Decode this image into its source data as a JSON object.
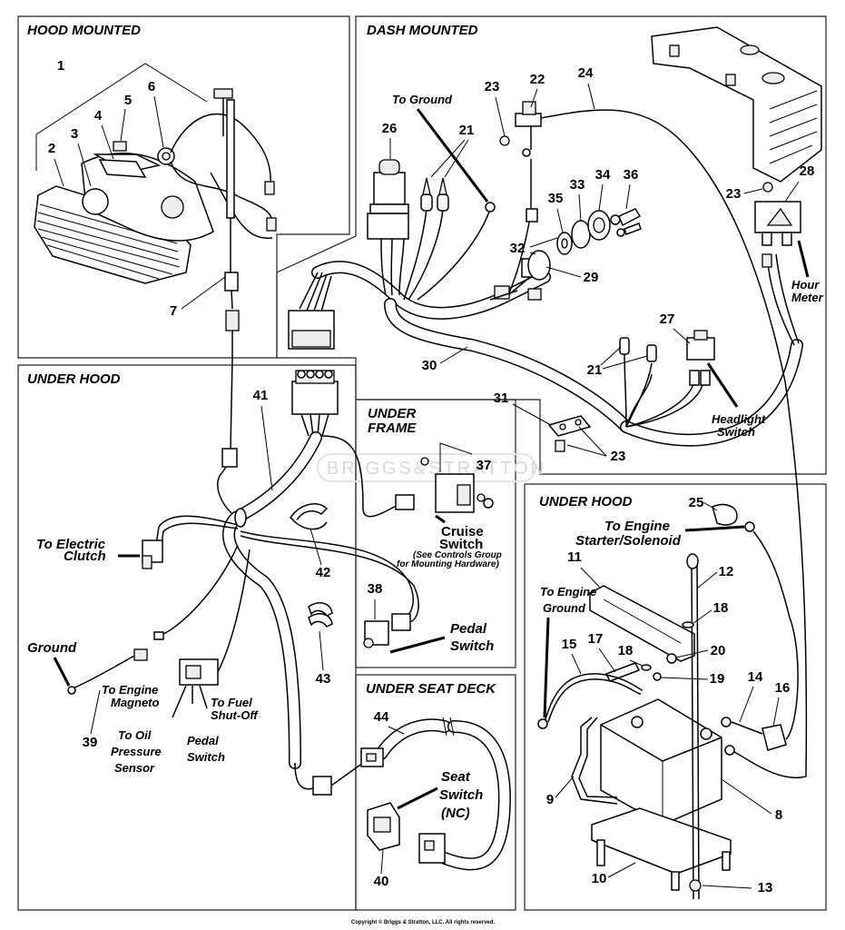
{
  "sections": {
    "hood_mounted": "HOOD MOUNTED",
    "dash_mounted": "DASH MOUNTED",
    "under_hood_left": "UNDER HOOD",
    "under_frame_1": "UNDER",
    "under_frame_2": "FRAME",
    "under_hood_right": "UNDER HOOD",
    "under_seat_deck": "UNDER SEAT DECK"
  },
  "callouts": {
    "to_ground": "To Ground",
    "hour_meter_1": "Hour",
    "hour_meter_2": "Meter",
    "headlight_switch_1": "Headlight",
    "headlight_switch_2": "Switch",
    "to_electric_clutch_1": "To Electric",
    "to_electric_clutch_2": "Clutch",
    "ground": "Ground",
    "to_engine_magneto_1": "To Engine",
    "to_engine_magneto_2": "Magneto",
    "to_fuel_shutoff_1": "To Fuel",
    "to_fuel_shutoff_2": "Shut-Off",
    "to_oil_pressure_1": "To Oil",
    "to_oil_pressure_2": "Pressure",
    "to_oil_pressure_3": "Sensor",
    "pedal_switch_left_1": "Pedal",
    "pedal_switch_left_2": "Switch",
    "cruise_switch_1": "Cruise",
    "cruise_switch_2": "Switch",
    "controls_note_1": "(See Controls Group",
    "controls_note_2": "for Mounting Hardware)",
    "pedal_switch_right_1": "Pedal",
    "pedal_switch_right_2": "Switch",
    "seat_switch_1": "Seat",
    "seat_switch_2": "Switch",
    "seat_switch_3": "(NC)",
    "to_engine_starter_1": "To Engine",
    "to_engine_starter_2": "Starter/Solenoid",
    "to_engine_ground_1": "To Engine",
    "to_engine_ground_2": "Ground"
  },
  "parts": {
    "p1": "1",
    "p2": "2",
    "p3": "3",
    "p4": "4",
    "p5": "5",
    "p6": "6",
    "p7": "7",
    "p8": "8",
    "p9": "9",
    "p10": "10",
    "p11": "11",
    "p12": "12",
    "p13": "13",
    "p14": "14",
    "p15": "15",
    "p16": "16",
    "p17": "17",
    "p18a": "18",
    "p18b": "18",
    "p19": "19",
    "p20": "20",
    "p21a": "21",
    "p21b": "21",
    "p22": "22",
    "p23a": "23",
    "p23b": "23",
    "p23c": "23",
    "p24": "24",
    "p25": "25",
    "p26": "26",
    "p27": "27",
    "p28": "28",
    "p29": "29",
    "p30": "30",
    "p31": "31",
    "p32": "32",
    "p33": "33",
    "p34": "34",
    "p35": "35",
    "p36": "36",
    "p37": "37",
    "p38": "38",
    "p39": "39",
    "p40": "40",
    "p41": "41",
    "p42": "42",
    "p43": "43",
    "p44": "44"
  },
  "watermark": "BRIGGS&STRATTON",
  "copyright": "Copyright © Briggs & Stratton, LLC. All rights reserved."
}
